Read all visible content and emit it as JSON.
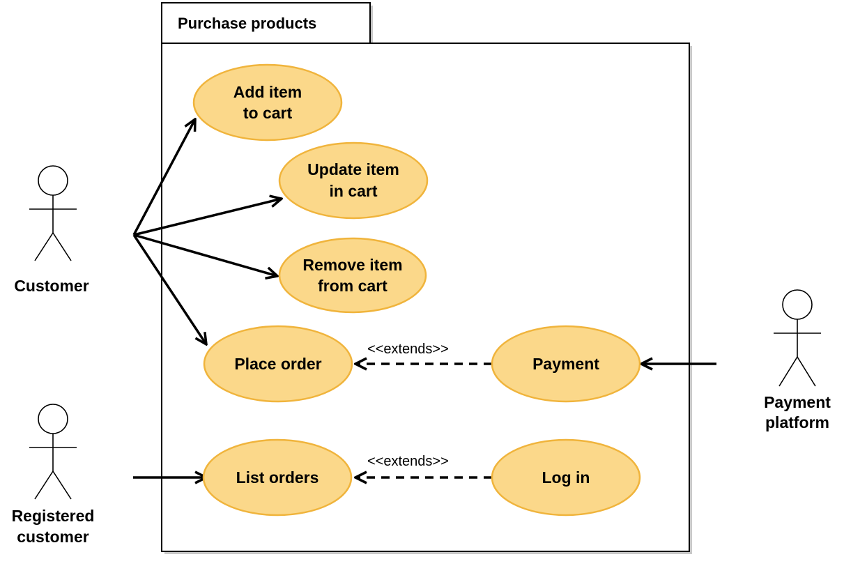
{
  "package": {
    "title": "Purchase products"
  },
  "use_cases": {
    "add_item": [
      "Add item",
      "to cart"
    ],
    "update_item": [
      "Update item",
      "in cart"
    ],
    "remove_item": [
      "Remove item",
      "from cart"
    ],
    "place_order": [
      "Place order"
    ],
    "payment": [
      "Payment"
    ],
    "list_orders": [
      "List orders"
    ],
    "log_in": [
      "Log in"
    ]
  },
  "actors": {
    "customer": [
      "Customer"
    ],
    "registered_customer": [
      "Registered",
      "customer"
    ],
    "payment_platform": [
      "Payment",
      "platform"
    ]
  },
  "relations": {
    "extends_label_1": "<<extends>>",
    "extends_label_2": "<<extends>>"
  },
  "colors": {
    "use_case_fill": "#fbd88a",
    "use_case_stroke": "#f0b43c",
    "line": "#000000",
    "shadow": "#bdbdbd"
  }
}
